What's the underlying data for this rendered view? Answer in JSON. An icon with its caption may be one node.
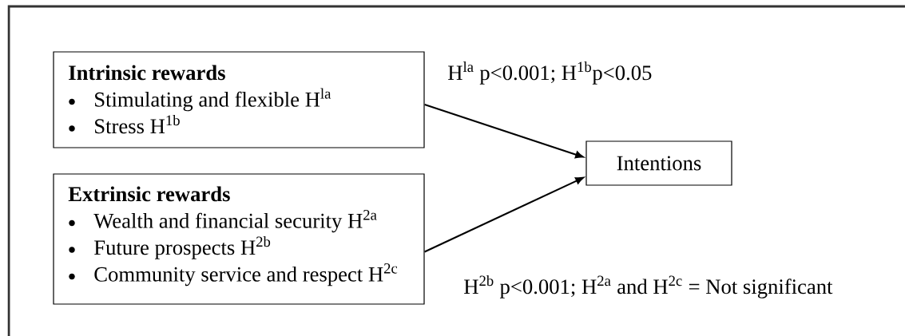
{
  "diagram": {
    "nodes": [
      {
        "text": [
          "Intrinsic rewards",
          "Stimulating and flexible H$^{la}$",
          "Stress H$^{1b}$"
        ]
      },
      {
        "text": [
          "Extrinsic rewards",
          "Wealth and financial security H$^{2a}$",
          "Future prospects H$^{2b}$",
          "Community service and respect H$^{2c}$"
        ]
      },
      {
        "text": [
          "Intentions"
        ]
      }
    ],
    "edges": [
      {
        "from": 0,
        "to": 2,
        "arrow": "to"
      },
      {
        "from": 1,
        "to": 2,
        "arrow": "to"
      }
    ],
    "labels": [
      "H$^{la}$ p<0.001; H$^{1b}$p<0.05",
      "H$^{2b}$ p<0.001; H$^{2a}$ and H$^{2c}$ = Not significant"
    ]
  }
}
